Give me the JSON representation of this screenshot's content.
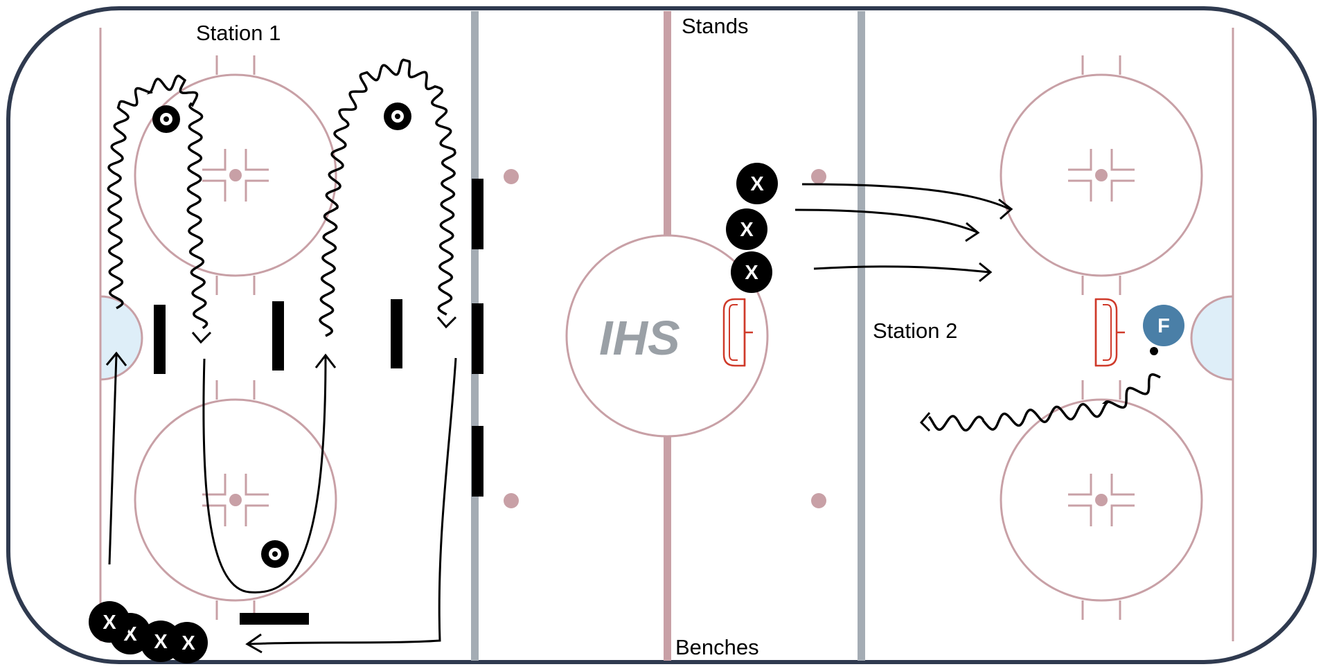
{
  "labels": {
    "station_1": "Station 1",
    "station_2": "Station 2",
    "stands": "Stands",
    "benches": "Benches"
  },
  "logo": {
    "text": "IHS"
  },
  "players": {
    "skater_letter": "X",
    "forward_letter": "F"
  },
  "colors": {
    "board": "#2f3a4f",
    "rink_line": "#c8a0a6",
    "blue_line": "#a4acb4",
    "crease": "#deeef8",
    "net": "#cf3a2a",
    "forward": "#4a7fa7",
    "logo": "#9aa0a6",
    "ink": "#000000"
  },
  "icons": {
    "cone": "tire-cone-icon",
    "player": "player-x-icon",
    "forward": "player-f-icon",
    "net": "goal-net-icon",
    "pad": "barrier-pad-icon",
    "arrow": "arrow-head-icon"
  }
}
